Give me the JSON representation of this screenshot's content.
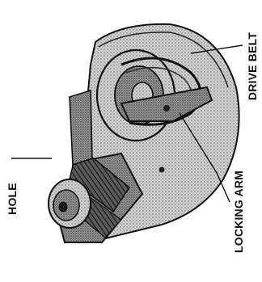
{
  "labels": {
    "hole": "HOLE",
    "locking_arm": "LOCKING ARM",
    "drive_belt": "DRIVE BELT"
  },
  "colors": {
    "ink": "#111111",
    "stipple_light": "#b8b8b8",
    "stipple_mid": "#8c8c8c",
    "stipple_dark": "#4a4a4a"
  }
}
